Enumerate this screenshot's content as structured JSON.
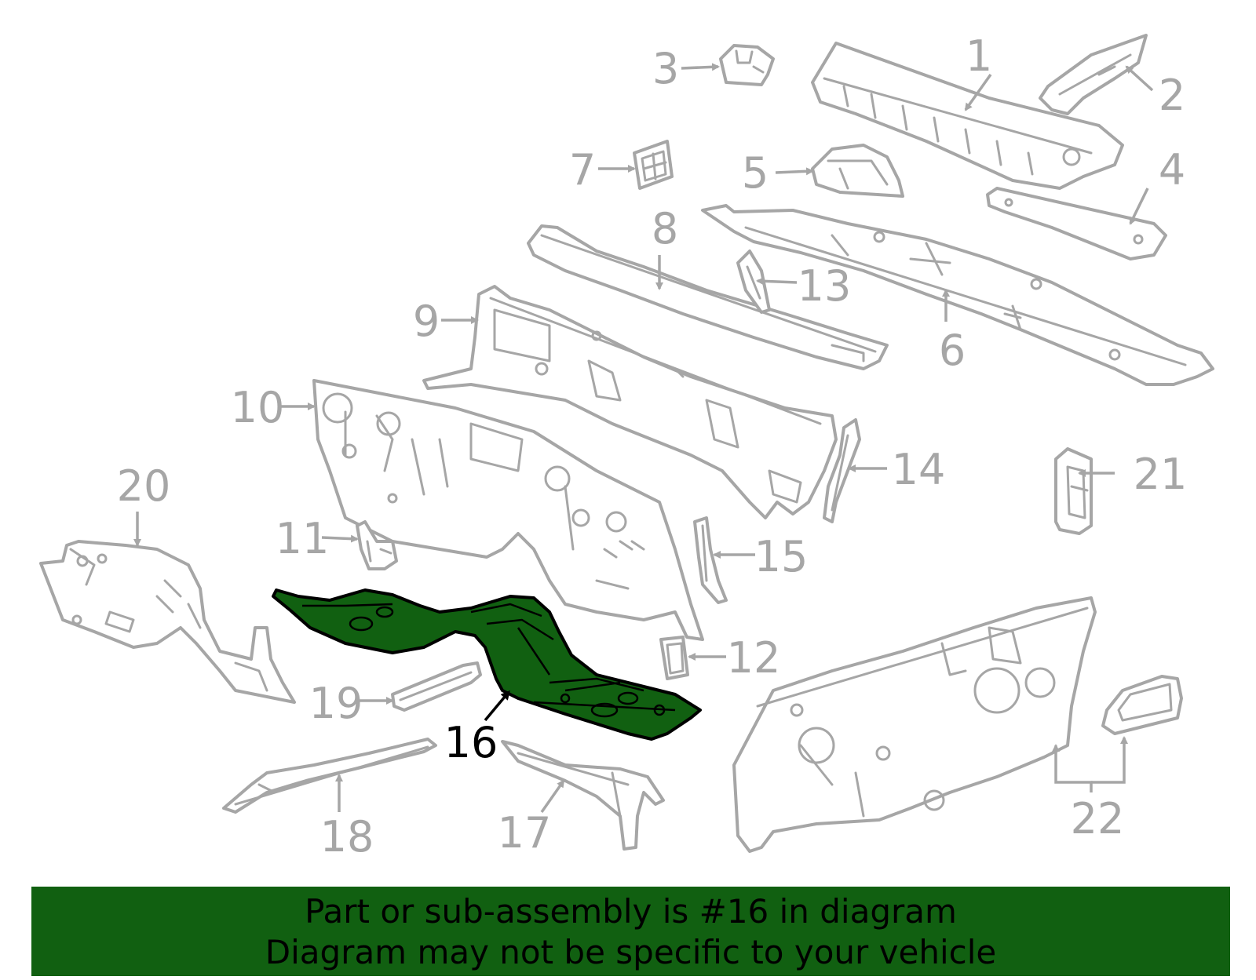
{
  "diagram": {
    "highlighted_part": "16",
    "callouts": [
      "1",
      "2",
      "3",
      "4",
      "5",
      "6",
      "7",
      "8",
      "9",
      "10",
      "11",
      "12",
      "13",
      "14",
      "15",
      "16",
      "17",
      "18",
      "19",
      "20",
      "21",
      "22"
    ],
    "colors": {
      "highlight": "#116011",
      "outline": "#a6a6a6",
      "highlight_outline": "#000000",
      "background": "#ffffff"
    }
  },
  "banner": {
    "line1": "Part or sub-assembly is #16 in diagram",
    "line2": "Diagram may not be specific to your vehicle"
  }
}
